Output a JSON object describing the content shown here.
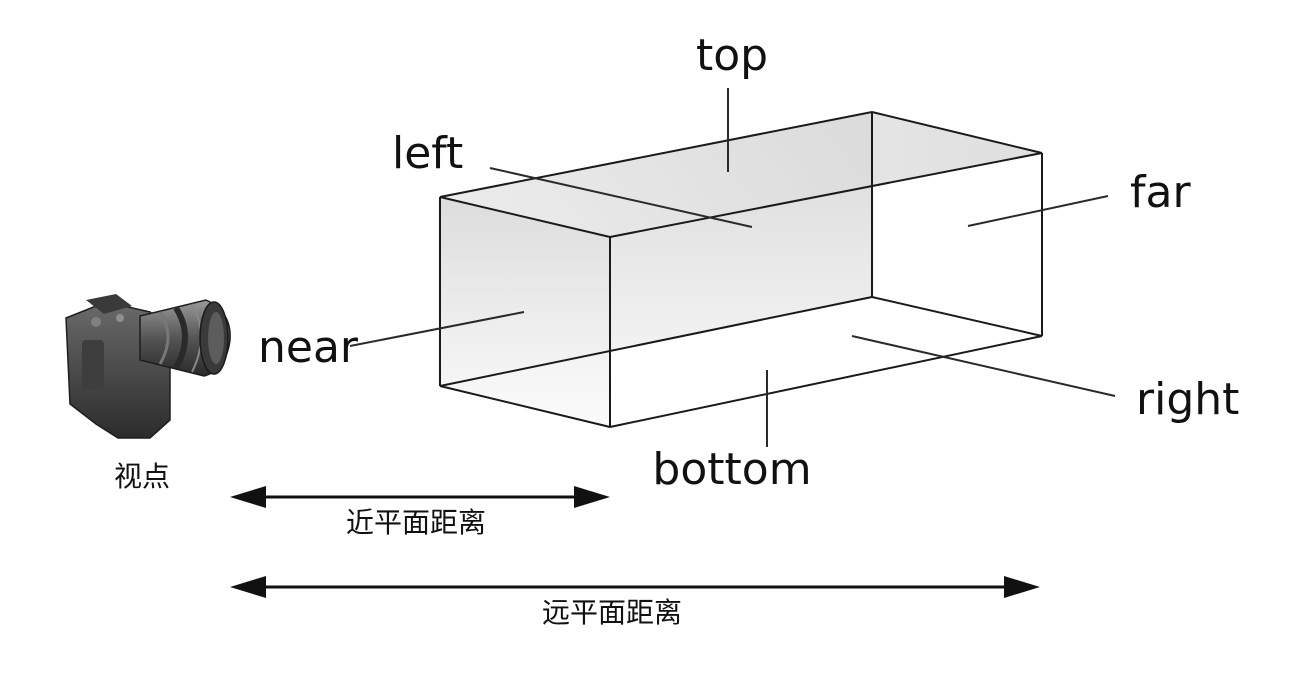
{
  "labels": {
    "top": "top",
    "left": "left",
    "far": "far",
    "near": "near",
    "right": "right",
    "bottom": "bottom",
    "viewpoint": "视点",
    "near_plane_distance": "近平面距离",
    "far_plane_distance": "远平面距离"
  },
  "icons": {
    "viewpoint": "camera-icon"
  },
  "colors": {
    "stroke": "#1a1a1a",
    "face_shade": "#e2e2e2"
  }
}
